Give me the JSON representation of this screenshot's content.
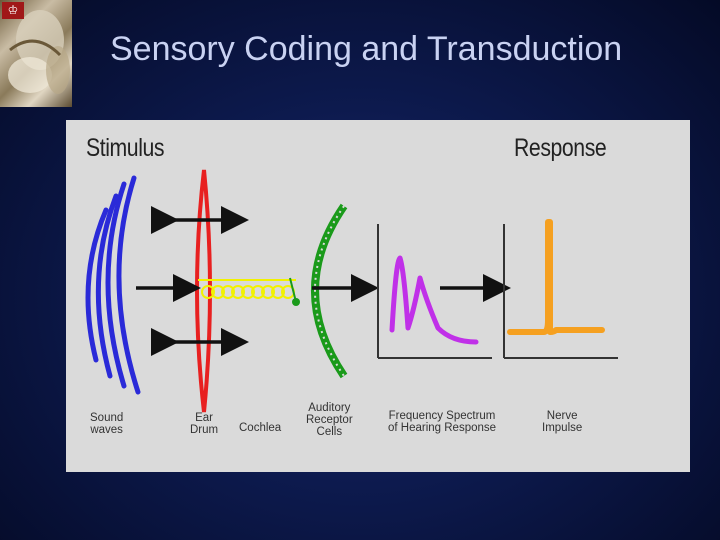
{
  "slide": {
    "logo_icon": "university-crest-icon",
    "title": "Sensory Coding and Transduction"
  },
  "diagram": {
    "stimulus_heading": "Stimulus",
    "response_heading": "Response",
    "labels": {
      "sound_line1": "Sound",
      "sound_line2": "waves",
      "ear_line1": "Ear",
      "ear_line2": "Drum",
      "cochlea": "Cochlea",
      "receptor_line1": "Auditory",
      "receptor_line2": "Receptor",
      "receptor_line3": "Cells",
      "freq_line1": "Frequency Spectrum",
      "freq_line2": "of Hearing Response",
      "nerve_line1": "Nerve",
      "nerve_line2": "Impulse"
    },
    "colors": {
      "sound_waves": "#2a2ad8",
      "ear_drum": "#e82020",
      "cochlea": "#f2f200",
      "receptor_cells": "#1a9a1a",
      "frequency_spectrum": "#c030e8",
      "nerve_impulse": "#f5a020"
    }
  }
}
